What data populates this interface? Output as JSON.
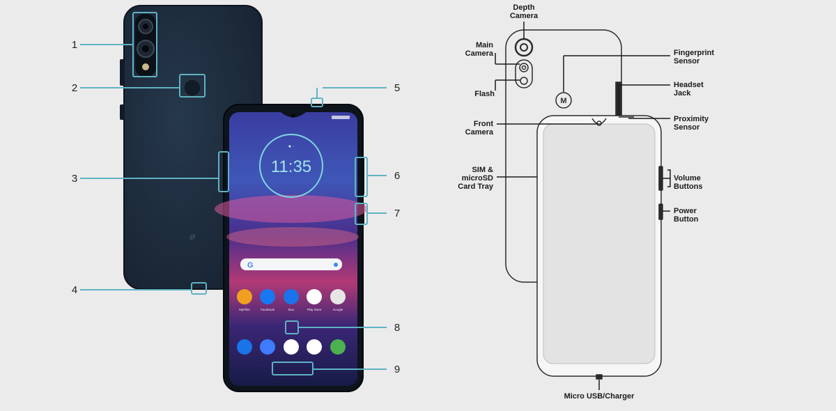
{
  "colors": {
    "background": "#ebebeb",
    "phone_body": "#1f2d3d",
    "callout_line": "#5fb3c4",
    "outline": "#2b2b2b",
    "screen_gray": "#e3e3e3"
  },
  "photo": {
    "callouts": [
      "1",
      "2",
      "3",
      "4",
      "5",
      "6",
      "7",
      "8",
      "9"
    ],
    "clock": "11:35",
    "apps_row1": [
      "MyFiles",
      "Facebook",
      "Duo",
      "Play Store",
      "Google"
    ],
    "app_icons_row1": [
      "myfiles-icon",
      "facebook-icon",
      "duo-icon",
      "play-store-icon",
      "google-folder-icon"
    ],
    "dock_icons": [
      "phone-icon",
      "messages-icon",
      "chrome-icon",
      "photos-icon",
      "camera-icon"
    ]
  },
  "diagram": {
    "depth_camera": [
      "Depth",
      "Camera"
    ],
    "main_camera": [
      "Main",
      "Camera"
    ],
    "flash": [
      "Flash"
    ],
    "front_camera": [
      "Front",
      "Camera"
    ],
    "sim_tray": [
      "SIM &",
      "microSD",
      "Card Tray"
    ],
    "fingerprint": [
      "Fingerprint",
      "Sensor"
    ],
    "headset": [
      "Headset",
      "Jack"
    ],
    "proximity": [
      "Proximity",
      "Sensor"
    ],
    "volume": [
      "Volume",
      "Buttons"
    ],
    "power": [
      "Power",
      "Button"
    ],
    "usb": [
      "Micro USB/Charger"
    ]
  }
}
